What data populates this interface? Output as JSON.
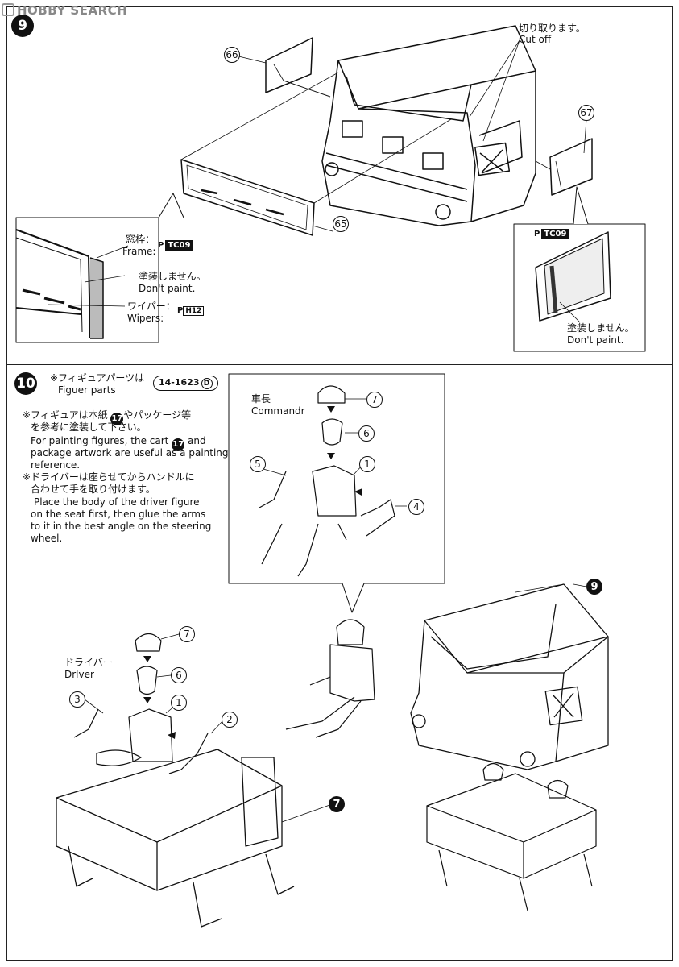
{
  "watermark": "HOBBY SEARCH",
  "step9": {
    "number": "9",
    "parts": {
      "p65": "65",
      "p66": "66",
      "p67": "67"
    },
    "cut_off_jp": "切り取ります。",
    "cut_off_en": "Cut off",
    "frame_jp": "窓枠：",
    "frame_en": "Frame:",
    "tc09": "TC09",
    "dont_paint_jp": "塗装しません。",
    "dont_paint_en": "Don't paint.",
    "wipers_jp": "ワイパー：",
    "wipers_en": "Wipers:",
    "h12": "H12",
    "right_tc09": "TC09",
    "right_dont_paint_jp": "塗装しません。",
    "right_dont_paint_en": "Don't paint."
  },
  "step10": {
    "number": "10",
    "figure_parts_jp": "※フィギュアパーツは",
    "figure_parts_en": "Figuer parts",
    "figure_code": "14-1623",
    "figure_code_letter": "D",
    "note1_jp_a": "※フィギュアは本紙",
    "note1_jp_b": "やパッケージ等",
    "note1_jp_c": "を参考に塗装して下さい。",
    "note1_ref": "17",
    "note1_en_a": "For painting figures, the cart",
    "note1_en_b": "and",
    "note1_en_c": "package artwork are useful as a painting",
    "note1_en_d": "reference.",
    "note2_jp_a": "※ドライバーは座らせてからハンドルに",
    "note2_jp_b": "合わせて手を取り付けます。",
    "note2_en_a": "Place the body of the driver figure",
    "note2_en_b": "on the  seat first, then glue the arms",
    "note2_en_c": "to it in the best angle on the steering",
    "note2_en_d": "wheel.",
    "commander_jp": "車長",
    "commander_en": "Commandr",
    "driver_jp": "ドライバー",
    "driver_en": "Drlver",
    "cmd_parts": [
      "7",
      "6",
      "5",
      "1",
      "4"
    ],
    "drv_parts": [
      "7",
      "6",
      "3",
      "1",
      "2"
    ],
    "sub9": "9",
    "sub7": "7"
  }
}
